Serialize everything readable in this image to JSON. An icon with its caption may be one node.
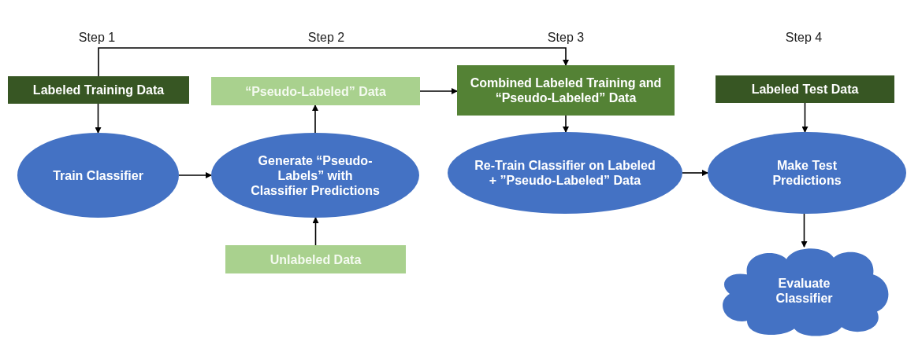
{
  "diagram": {
    "nodes": [
      {
        "text": [
          "Labeled Training Data"
        ]
      },
      {
        "text": [
          "“Pseudo-Labeled” Data"
        ]
      },
      {
        "text": [
          "Combined Labeled Training and “Pseudo-Labeled” Data"
        ]
      },
      {
        "text": [
          "Labeled Test Data"
        ]
      },
      {
        "text": [
          "Train Classifier"
        ]
      },
      {
        "text": [
          "Generate “Pseudo-Labels” with Classifier Predictions"
        ]
      },
      {
        "text": [
          "Re-Train Classifier on Labeled + ”Pseudo-Labeled” Data"
        ]
      },
      {
        "text": [
          "Make Test Predictions"
        ]
      },
      {
        "text": [
          "Unlabeled Data"
        ]
      },
      {
        "text": [
          "Evaluate Classifier"
        ]
      }
    ],
    "edges": [
      {
        "from": 0,
        "to": 2,
        "arrow": "to"
      },
      {
        "from": 0,
        "to": 4,
        "arrow": "to"
      },
      {
        "from": 4,
        "to": 5,
        "arrow": "to"
      },
      {
        "from": 5,
        "to": 1,
        "arrow": "to"
      },
      {
        "from": 8,
        "to": 5,
        "arrow": "to"
      },
      {
        "from": 1,
        "to": 2,
        "arrow": "to"
      },
      {
        "from": 2,
        "to": 6,
        "arrow": "to"
      },
      {
        "from": 6,
        "to": 7,
        "arrow": "to"
      },
      {
        "from": 3,
        "to": 7,
        "arrow": "to"
      },
      {
        "from": 7,
        "to": 9,
        "arrow": "to"
      }
    ],
    "labels": [
      "Step 1",
      "Step 2",
      "Step 3",
      "Step 4"
    ]
  }
}
